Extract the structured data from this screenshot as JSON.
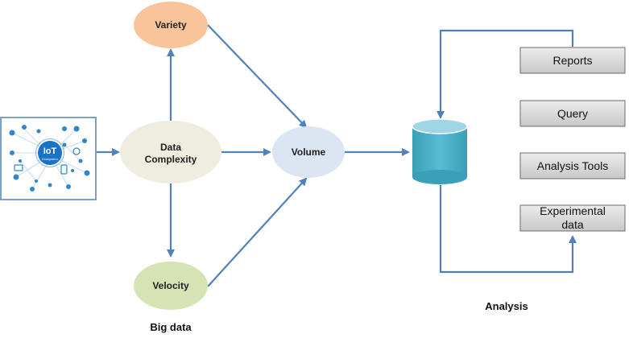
{
  "nodes": {
    "variety": "Variety",
    "data_complexity_line1": "Data",
    "data_complexity_line2": "Complexity",
    "volume": "Volume",
    "velocity": "Velocity"
  },
  "iot_image": {
    "title": "IoT",
    "subtitle": "Ecosystem"
  },
  "analysis_boxes": {
    "reports": "Reports",
    "query": "Query",
    "analysis_tools": "Analysis Tools",
    "experimental_line1": "Experimental",
    "experimental_line2": "data"
  },
  "captions": {
    "big_data": "Big data",
    "analysis": "Analysis"
  },
  "colors": {
    "variety_fill": "#f9c49a",
    "data_complexity_fill": "#efece0",
    "volume_fill": "#dce6f2",
    "velocity_fill": "#d5e3b5",
    "database_fill": "#4aafc6",
    "database_top": "#9fd6e6",
    "arrow": "#4f81bd",
    "box_fill": "#d6d6d6",
    "iot_border": "#4f81bd"
  }
}
